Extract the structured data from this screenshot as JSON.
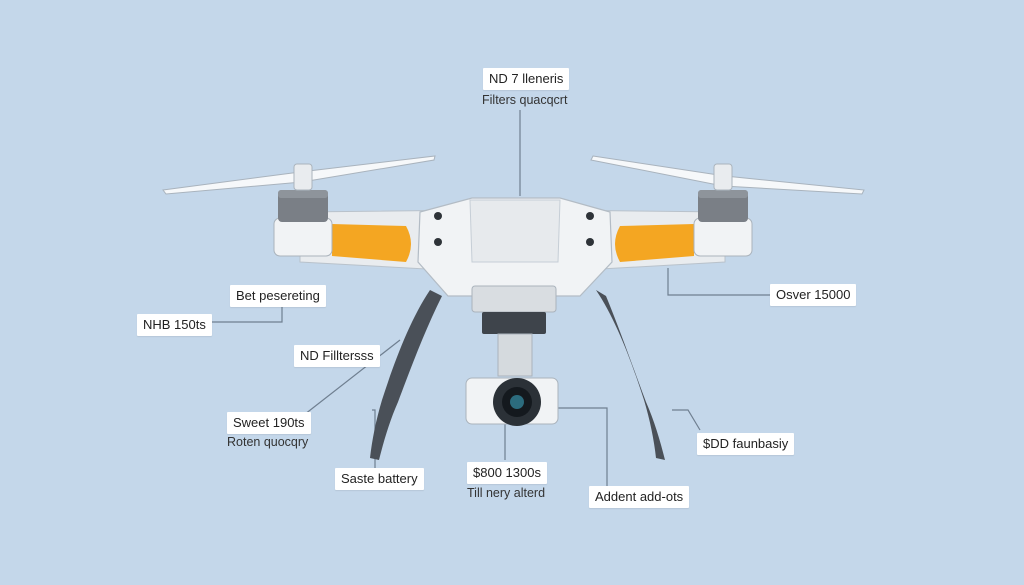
{
  "colors": {
    "background": "#c4d7ea",
    "body": "#f1f3f5",
    "arm_accent": "#f4a622",
    "legs": "#4a5058",
    "motor": "#7a7f86",
    "leader_line": "#6f7f90"
  },
  "labels": {
    "top_title": "ND 7 lleneris",
    "top_caption": "Filters quacqcrt",
    "bet": "Bet pesereting",
    "nhb": "NHB 150ts",
    "nd_filters": "ND Filltersss",
    "sweet": "Sweet 190ts",
    "sweet_caption": "Roten quocqry",
    "saste": "Saste battery",
    "price": "$800 1300s",
    "price_caption": "Till nery alterd",
    "adddent": "Addent add-ots",
    "osver": "Osver 15000",
    "sdd": "$DD faunbasiy"
  }
}
